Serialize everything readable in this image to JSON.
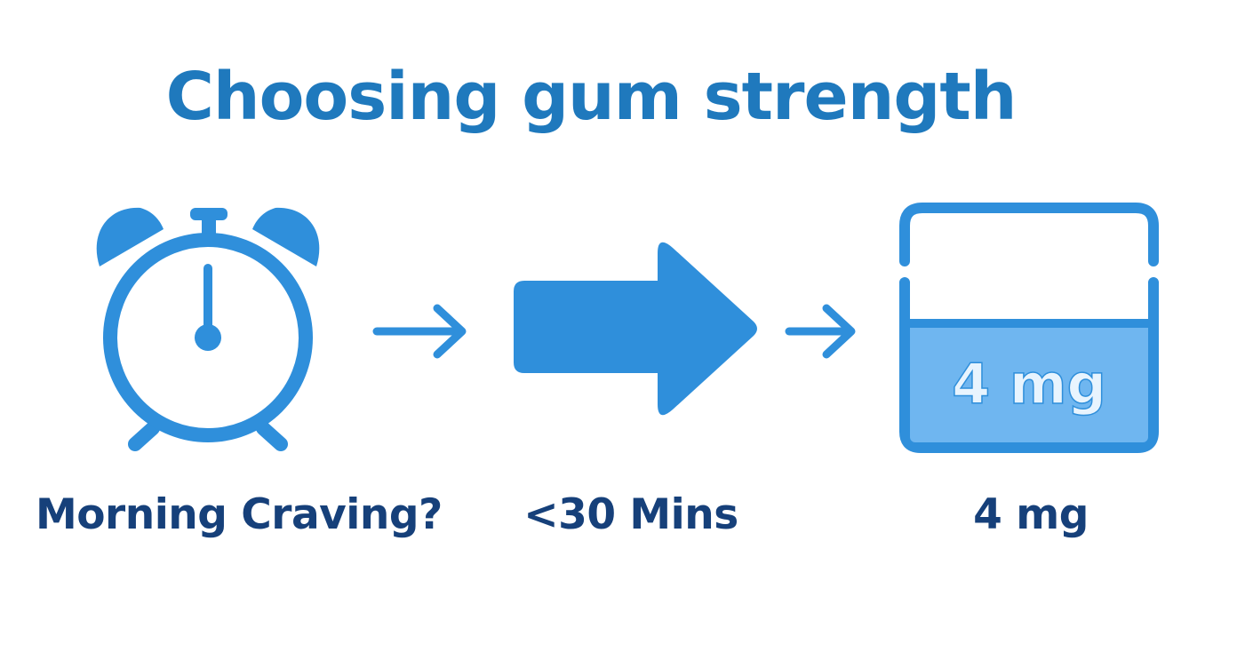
{
  "title": "Choosing gum strength",
  "steps": [
    {
      "icon": "alarm-clock-icon",
      "label": "Morning Craving?"
    },
    {
      "icon": "block-arrow-icon",
      "label": "<30 Mins"
    },
    {
      "icon": "gum-pack-icon",
      "label": "4 mg",
      "pack_text": "4 mg"
    }
  ],
  "connectors": [
    "arrow-right-icon",
    "arrow-right-icon"
  ],
  "colors": {
    "title": "#1f79bd",
    "icon": "#2f8fdb",
    "label": "#16407a",
    "pack_fill": "#6fb6f0",
    "pack_text": "#e8f4fe"
  }
}
